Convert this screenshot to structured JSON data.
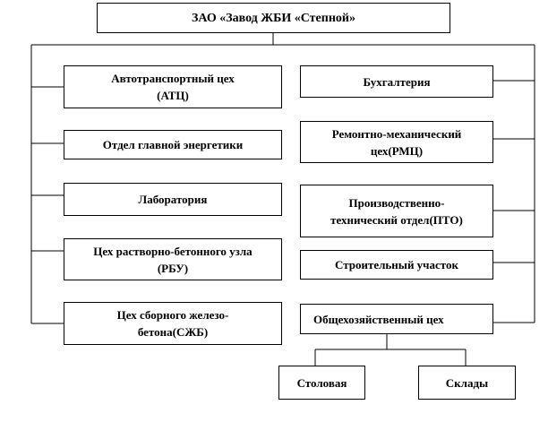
{
  "organization": {
    "title": "ЗАО «Завод ЖБИ «Степной»"
  },
  "left_units": [
    "Автотранспортный цех\n(АТЦ)",
    "Отдел главной энергетики",
    "Лаборатория",
    "Цех растворно-бетонного узла\n(РБУ)",
    "Цех сборного железо-\nбетона(СЖБ)"
  ],
  "right_units": [
    "Бухгалтерия",
    "Ремонтно-механический\nцех(РМЦ)",
    "Производственно-\nтехнический отдел(ПТО)",
    "Строительный участок",
    "Общехозяйственный цех"
  ],
  "sub_units": [
    "Столовая",
    "Склады"
  ]
}
